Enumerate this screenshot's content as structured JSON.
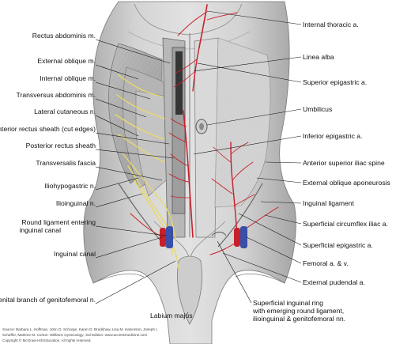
{
  "labels_left": [
    "Rectus abdominis m.",
    "External oblique m.",
    "Internal oblique m.",
    "Transversus abdominis m.",
    "Lateral cutaneous n.",
    "Anterior rectus sheath (cut edges)",
    "Posterior rectus sheath",
    "Transversalis fascia",
    "Iliohypogastric n.",
    "Ilioinguinal n.",
    "Round ligament entering",
    "inguinal canal",
    "Inguinal canal",
    "Genital branch of genitofemoral n."
  ],
  "labels_right": [
    "Internal thoracic a.",
    "Linea alba",
    "Superior epigastric a.",
    "Umbilicus",
    "Inferior epigastric a.",
    "Anterior superior iliac spine",
    "External oblique aponeurosis",
    "Inguinal ligament",
    "Superficial circumflex iliac a.",
    "Superficial epigastric a.",
    "Femoral a. & v.",
    "External pudendal a."
  ],
  "labels_bottom": [
    "Labium majus",
    "Superficial inguinal ring",
    "with emerging round ligament,",
    "ilioinguinal & genitofemoral nn."
  ],
  "source": {
    "line1": "Source: Barbara L. Hoffman, John O. Schorge, Karen D. Bradshaw, Lisa M. Halvorson, Joseph I.",
    "line2_a": "Schaffer, Marlene M. Corton: ",
    "line2_b": "Williams Gynecology",
    "line2_c": ", 3rd Edition: www.accessmedicine.com",
    "line3": "Copyright © McGraw-Hill Education. All rights reserved."
  },
  "colors": {
    "artery": "#c8202a",
    "vein": "#3a4fa8",
    "nerve": "#e9d96a",
    "body": "#c9c9c9"
  }
}
